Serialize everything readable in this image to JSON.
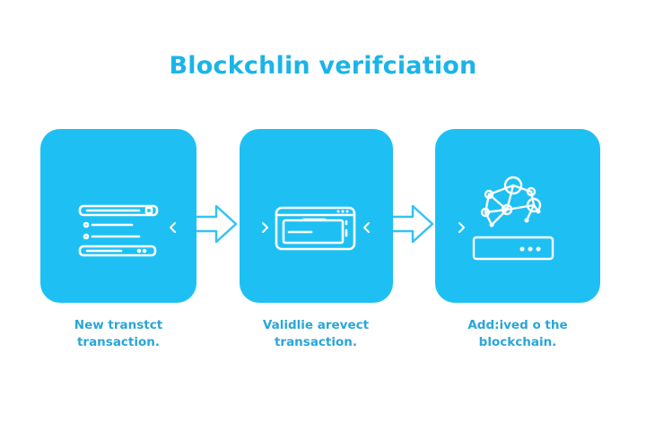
{
  "title": "Blockchlin verifciation",
  "steps": [
    {
      "line1": "New transtct",
      "line2": "transaction."
    },
    {
      "line1": "Validlie arevect",
      "line2": "transaction."
    },
    {
      "line1": "Add:ived o the",
      "line2": "blockchain."
    }
  ],
  "icons": [
    "list-icon",
    "window-icon",
    "network-server-icon"
  ],
  "colors": {
    "title": "#1ab4e8",
    "card": "#1ec0f3",
    "arrow": "#35c3f2",
    "caption": "#2aa6d9",
    "icon": "#ffffff"
  }
}
